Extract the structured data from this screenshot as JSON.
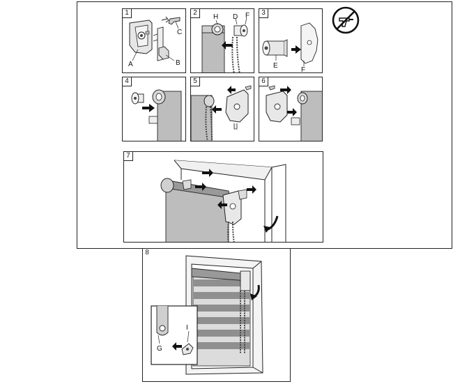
{
  "panels": [
    {
      "number": "1",
      "labels": [
        "A",
        "B",
        "C"
      ]
    },
    {
      "number": "2",
      "labels": [
        "H",
        "D",
        "F"
      ]
    },
    {
      "number": "3",
      "labels": [
        "E",
        "F"
      ]
    },
    {
      "number": "4",
      "labels": []
    },
    {
      "number": "5",
      "labels": []
    },
    {
      "number": "6",
      "labels": []
    },
    {
      "number": "7",
      "labels": []
    },
    {
      "number": "8",
      "labels": [
        "I",
        "G"
      ]
    }
  ],
  "icons": {
    "no_drill": "no-drill-icon",
    "bracket": "bracket-icon",
    "roller_tube": "roller-tube-icon",
    "end_cap": "end-cap-icon",
    "window": "window-frame-icon",
    "arrow": "arrow-icon"
  },
  "colors": {
    "line": "#222222",
    "fabric": "#bdbdbd",
    "fabric_dark": "#8f8f8f",
    "fabric_light": "#dcdcdc"
  }
}
